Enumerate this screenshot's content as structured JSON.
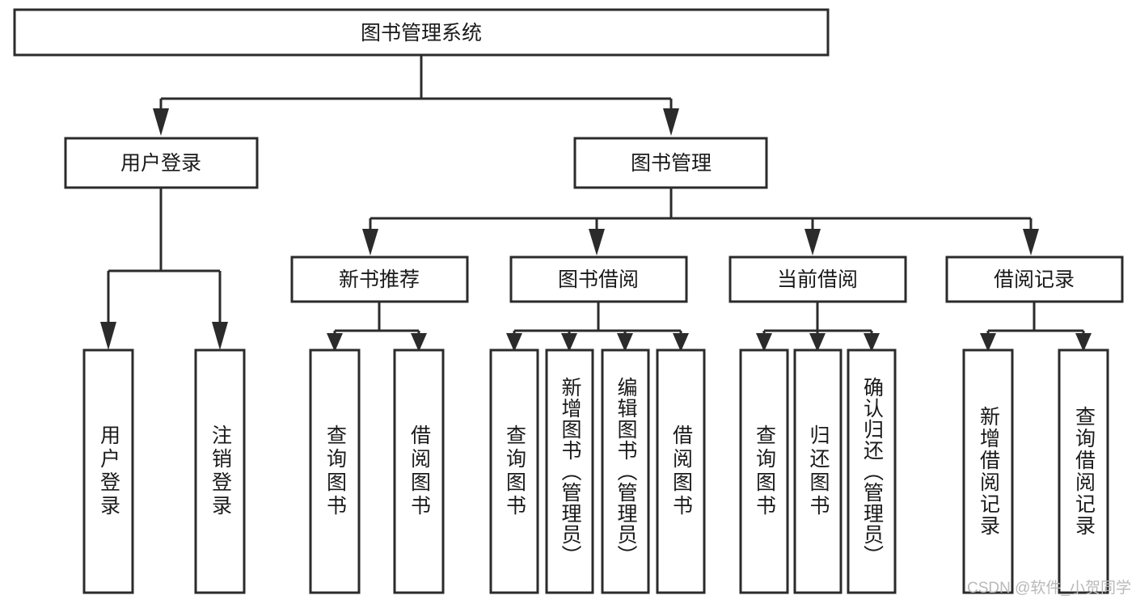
{
  "diagram": {
    "type": "hierarchy-tree",
    "title": "图书管理系统",
    "watermark": "CSDN @软件_小贺同学",
    "colors": {
      "background": "#ffffff",
      "box_stroke": "#2b2b2b",
      "box_fill": "#ffffff",
      "text": "#1a1a1a",
      "watermark": "#b9b9b9"
    },
    "nodes": {
      "root": {
        "label": "图书管理系统"
      },
      "level1": [
        {
          "id": "user-login",
          "label": "用户登录"
        },
        {
          "id": "book-manage",
          "label": "图书管理"
        }
      ],
      "level2": [
        {
          "id": "new-book-recommend",
          "label": "新书推荐",
          "parent": "book-manage"
        },
        {
          "id": "book-borrow",
          "label": "图书借阅",
          "parent": "book-manage"
        },
        {
          "id": "current-borrow",
          "label": "当前借阅",
          "parent": "book-manage"
        },
        {
          "id": "borrow-record",
          "label": "借阅记录",
          "parent": "book-manage"
        }
      ],
      "leaves": {
        "user-login": [
          {
            "id": "leaf-user-login",
            "label": "用户登录"
          },
          {
            "id": "leaf-logout",
            "label": "注销登录"
          }
        ],
        "new-book-recommend": [
          {
            "id": "leaf-query-book-1",
            "label": "查询图书"
          },
          {
            "id": "leaf-borrow-book-1",
            "label": "借阅图书"
          }
        ],
        "book-borrow": [
          {
            "id": "leaf-query-book-2",
            "label": "查询图书"
          },
          {
            "id": "leaf-add-book",
            "label": "新增图书（管理员）"
          },
          {
            "id": "leaf-edit-book",
            "label": "编辑图书（管理员）"
          },
          {
            "id": "leaf-borrow-book-2",
            "label": "借阅图书"
          }
        ],
        "current-borrow": [
          {
            "id": "leaf-query-book-3",
            "label": "查询图书"
          },
          {
            "id": "leaf-return-book",
            "label": "归还图书"
          },
          {
            "id": "leaf-confirm-return",
            "label": "确认归还（管理员）"
          }
        ],
        "borrow-record": [
          {
            "id": "leaf-add-record",
            "label": "新增借阅记录"
          },
          {
            "id": "leaf-query-record",
            "label": "查询借阅记录"
          }
        ]
      }
    }
  }
}
